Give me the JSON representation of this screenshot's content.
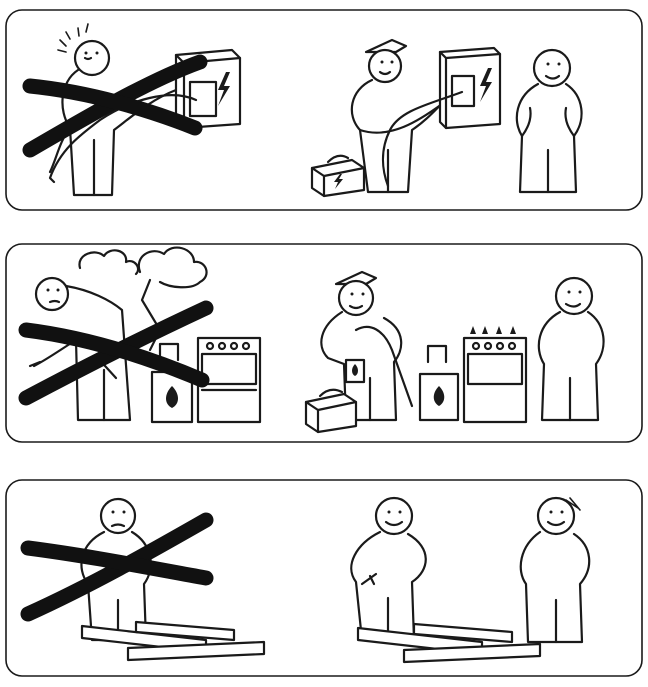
{
  "colors": {
    "ink": "#1a1a1a",
    "background": "#ffffff",
    "cross": "#111111"
  },
  "panels": [
    {
      "id": "electrical",
      "left_scene": "person-getting-shocked-at-electrical-box",
      "left_marked_wrong": true,
      "right_scene": "electrician-connecting-electrical-box",
      "right_marked_wrong": false,
      "icons": [
        "lightning-bolt-icon",
        "electrical-box-icon",
        "toolbox-icon",
        "power-cord-icon"
      ]
    },
    {
      "id": "gas",
      "left_scene": "person-causing-gas-explosion-at-stove",
      "left_marked_wrong": true,
      "right_scene": "gas-fitter-connecting-stove",
      "right_marked_wrong": false,
      "icons": [
        "flame-icon",
        "gas-stove-icon",
        "gas-cylinder-icon",
        "pipe-wrench-icon",
        "toolbox-icon"
      ]
    },
    {
      "id": "assembly",
      "left_scene": "single-person-assembling-alone",
      "left_marked_wrong": true,
      "right_scene": "two-people-assembling-together",
      "right_marked_wrong": false,
      "icons": [
        "hammer-icon",
        "planks-icon",
        "idea-spark-icon"
      ]
    }
  ]
}
